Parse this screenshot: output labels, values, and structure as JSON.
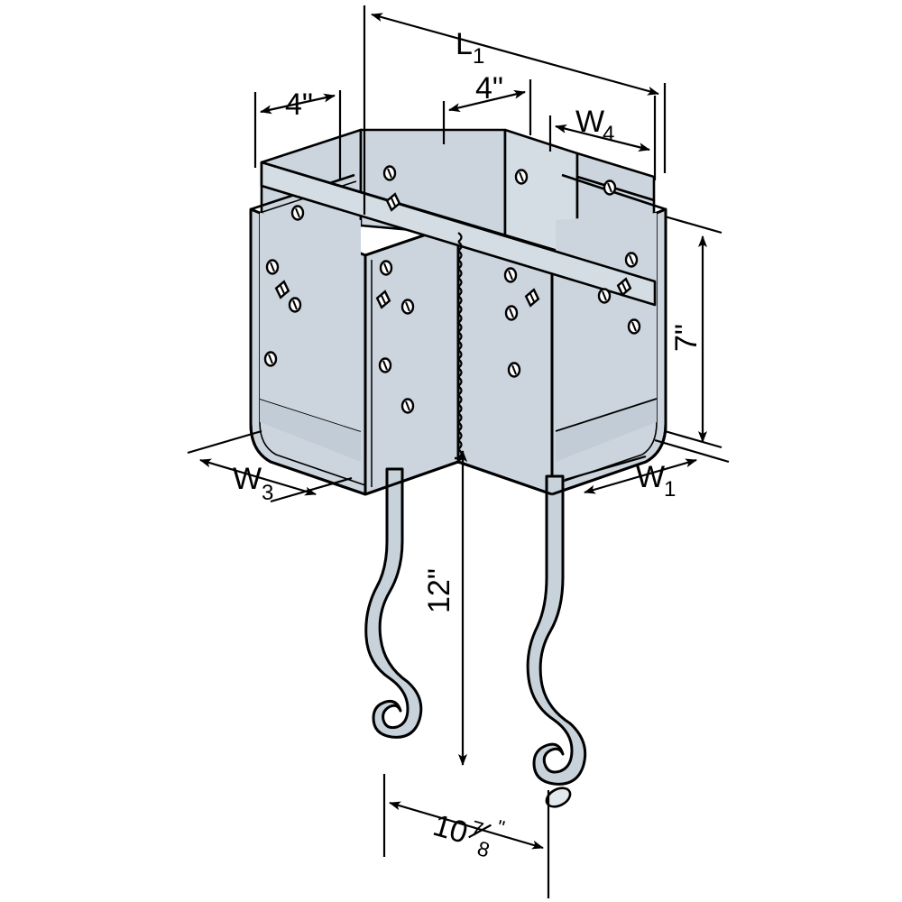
{
  "drawing": {
    "title": "Post Cap Connector Isometric Dimensional Drawing",
    "background_color": "#ffffff",
    "line_color": "#000000",
    "metal_fill": "#ccd5dd",
    "metal_fill_shadow": "#c2ccd6",
    "metal_fill_light": "#d5dde4",
    "strap_fill": "#c8d2da"
  },
  "dimensions": {
    "l1": {
      "label": "L",
      "subscript": "1",
      "name": "overall-length"
    },
    "w4": {
      "label": "W",
      "subscript": "4",
      "name": "saddle-width"
    },
    "w3": {
      "label": "W",
      "subscript": "3",
      "name": "left-seat-width"
    },
    "w1": {
      "label": "W",
      "subscript": "1",
      "name": "right-seat-width"
    },
    "four_left": {
      "value": "4",
      "unit": "\"",
      "full": "4\""
    },
    "four_top": {
      "value": "4",
      "unit": "\"",
      "full": "4\""
    },
    "seven": {
      "value": "7",
      "unit": "\"",
      "full": "7\""
    },
    "twelve": {
      "value": "12",
      "unit": "\"",
      "full": "12\""
    },
    "ten_seven_eighths": {
      "whole": "10",
      "numerator": "7",
      "denominator": "8",
      "unit": "\"",
      "full": "10 7/8\""
    }
  },
  "labels": {
    "l1_text": "L",
    "l1_sub": "1",
    "w4_text": "W",
    "w4_sub": "4",
    "w3_text": "W",
    "w3_sub": "3",
    "w1_text": "W",
    "w1_sub": "1",
    "four_a": "4\"",
    "four_b": "4\"",
    "seven": "7\"",
    "twelve": "12\"",
    "ten": "10",
    "seven_num": "7",
    "eight_den": "8",
    "inch_mark": "\""
  },
  "parts": {
    "back_plate": "back-plate",
    "left_flange": "left-flange",
    "right_flange": "right-flange",
    "front_left_panel": "front-left-panel",
    "front_right_panel": "front-right-panel",
    "center_divider": "center-divider",
    "left_seat": "left-seat",
    "right_seat": "right-seat",
    "weld_seam": "weld-seam",
    "left_strap": "left-strap",
    "right_strap": "right-strap"
  }
}
